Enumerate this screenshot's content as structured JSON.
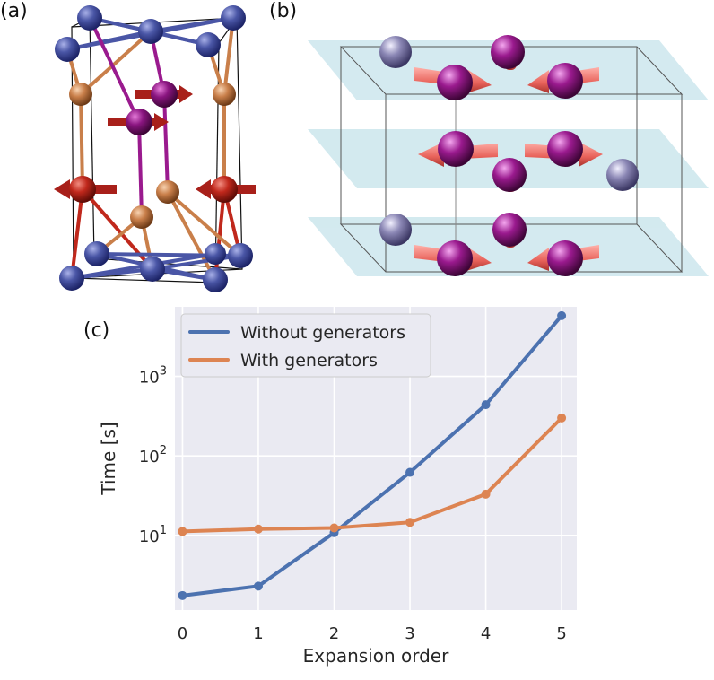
{
  "panels": {
    "a": "(a)",
    "b": "(b)",
    "c": "(c)"
  },
  "colors": {
    "blue_atom": "#4a56a6",
    "copper_atom": "#c97f4a",
    "purple_atom": "#9a1a8e",
    "red_atom": "#c0281c",
    "lavender_atom": "#8a86b4",
    "arrow_red": "#e8625a",
    "plane": "#cfe8ee",
    "plot_bg": "#eaeaf2",
    "series_blue": "#4c72b0",
    "series_orange": "#dd8452"
  },
  "chart_data": {
    "type": "line",
    "xlabel": "Expansion order",
    "ylabel": "Time [s]",
    "yscale": "log",
    "x": [
      0,
      1,
      2,
      3,
      4,
      5
    ],
    "xticks": [
      "0",
      "1",
      "2",
      "3",
      "4",
      "5"
    ],
    "xlim": [
      -0.1,
      5.2
    ],
    "ylim": [
      1.15,
      7500
    ],
    "yticks": [
      {
        "value": 10,
        "base": "10",
        "exp": "1"
      },
      {
        "value": 100,
        "base": "10",
        "exp": "2"
      },
      {
        "value": 1000,
        "base": "10",
        "exp": "3"
      }
    ],
    "grid": true,
    "legend_position": "upper-left",
    "series": [
      {
        "name": "Without generators",
        "color": "#4c72b0",
        "values": [
          1.75,
          2.3,
          10.8,
          62,
          440,
          5800
        ]
      },
      {
        "name": "With generators",
        "color": "#dd8452",
        "values": [
          11.2,
          12.0,
          12.4,
          14.6,
          33,
          300
        ]
      }
    ]
  }
}
